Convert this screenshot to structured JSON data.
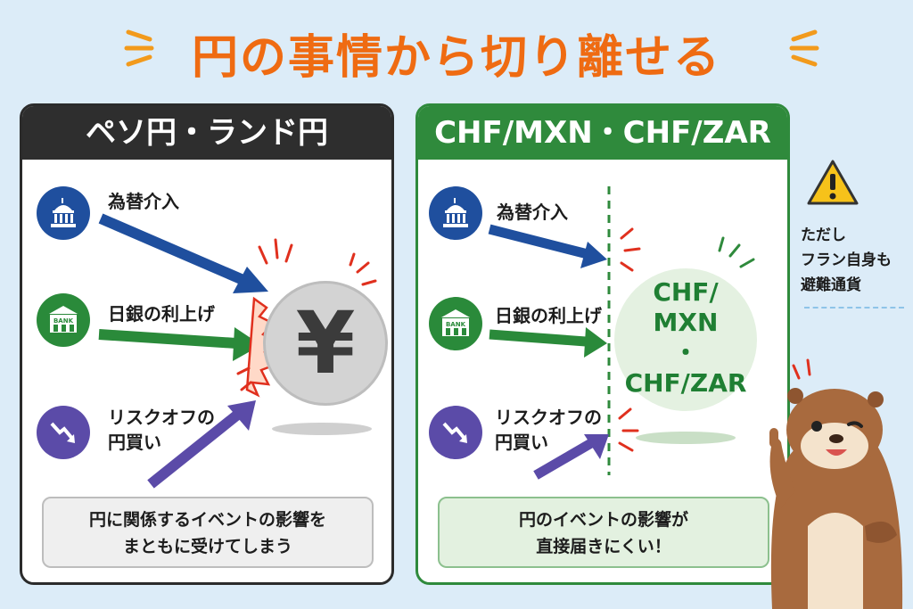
{
  "title": "円の事情から切り離せる",
  "left_panel": {
    "header": "ペソ円・ランド円",
    "rows": [
      {
        "icon": "government-building-icon",
        "label": "為替介入"
      },
      {
        "icon": "bank-icon",
        "label": "日銀の利上げ"
      },
      {
        "icon": "downtrend-chart-icon",
        "label_line1": "リスクオフの",
        "label_line2": "円買い"
      }
    ],
    "coin_symbol": "¥",
    "note_line1": "円に関係するイベントの影響を",
    "note_line2": "まともに受けてしまう"
  },
  "right_panel": {
    "header": "CHF/MXN・CHF/ZAR",
    "rows": [
      {
        "icon": "government-building-icon",
        "label": "為替介入"
      },
      {
        "icon": "bank-icon",
        "label": "日銀の利上げ"
      },
      {
        "icon": "downtrend-chart-icon",
        "label_line1": "リスクオフの",
        "label_line2": "円買い"
      }
    ],
    "coin_line1": "CHF/",
    "coin_line2": "MXN",
    "coin_line3": "・",
    "coin_line4": "CHF/ZAR",
    "note_line1": "円のイベントの影響が",
    "note_line2": "直接届きにくい！"
  },
  "side_note": {
    "icon": "warning-icon",
    "line1": "ただし",
    "line2": "フラン自身も",
    "line3": "避難通貨"
  },
  "mascot": "otter-mascot",
  "colors": {
    "accent_orange": "#ef6b12",
    "dark": "#2e2e2e",
    "green": "#2f8a3c",
    "blue_arrow": "#1f4f9e",
    "green_arrow": "#2a8a3a",
    "purple_arrow": "#5b4ba8",
    "burst_red": "#e0301e"
  }
}
